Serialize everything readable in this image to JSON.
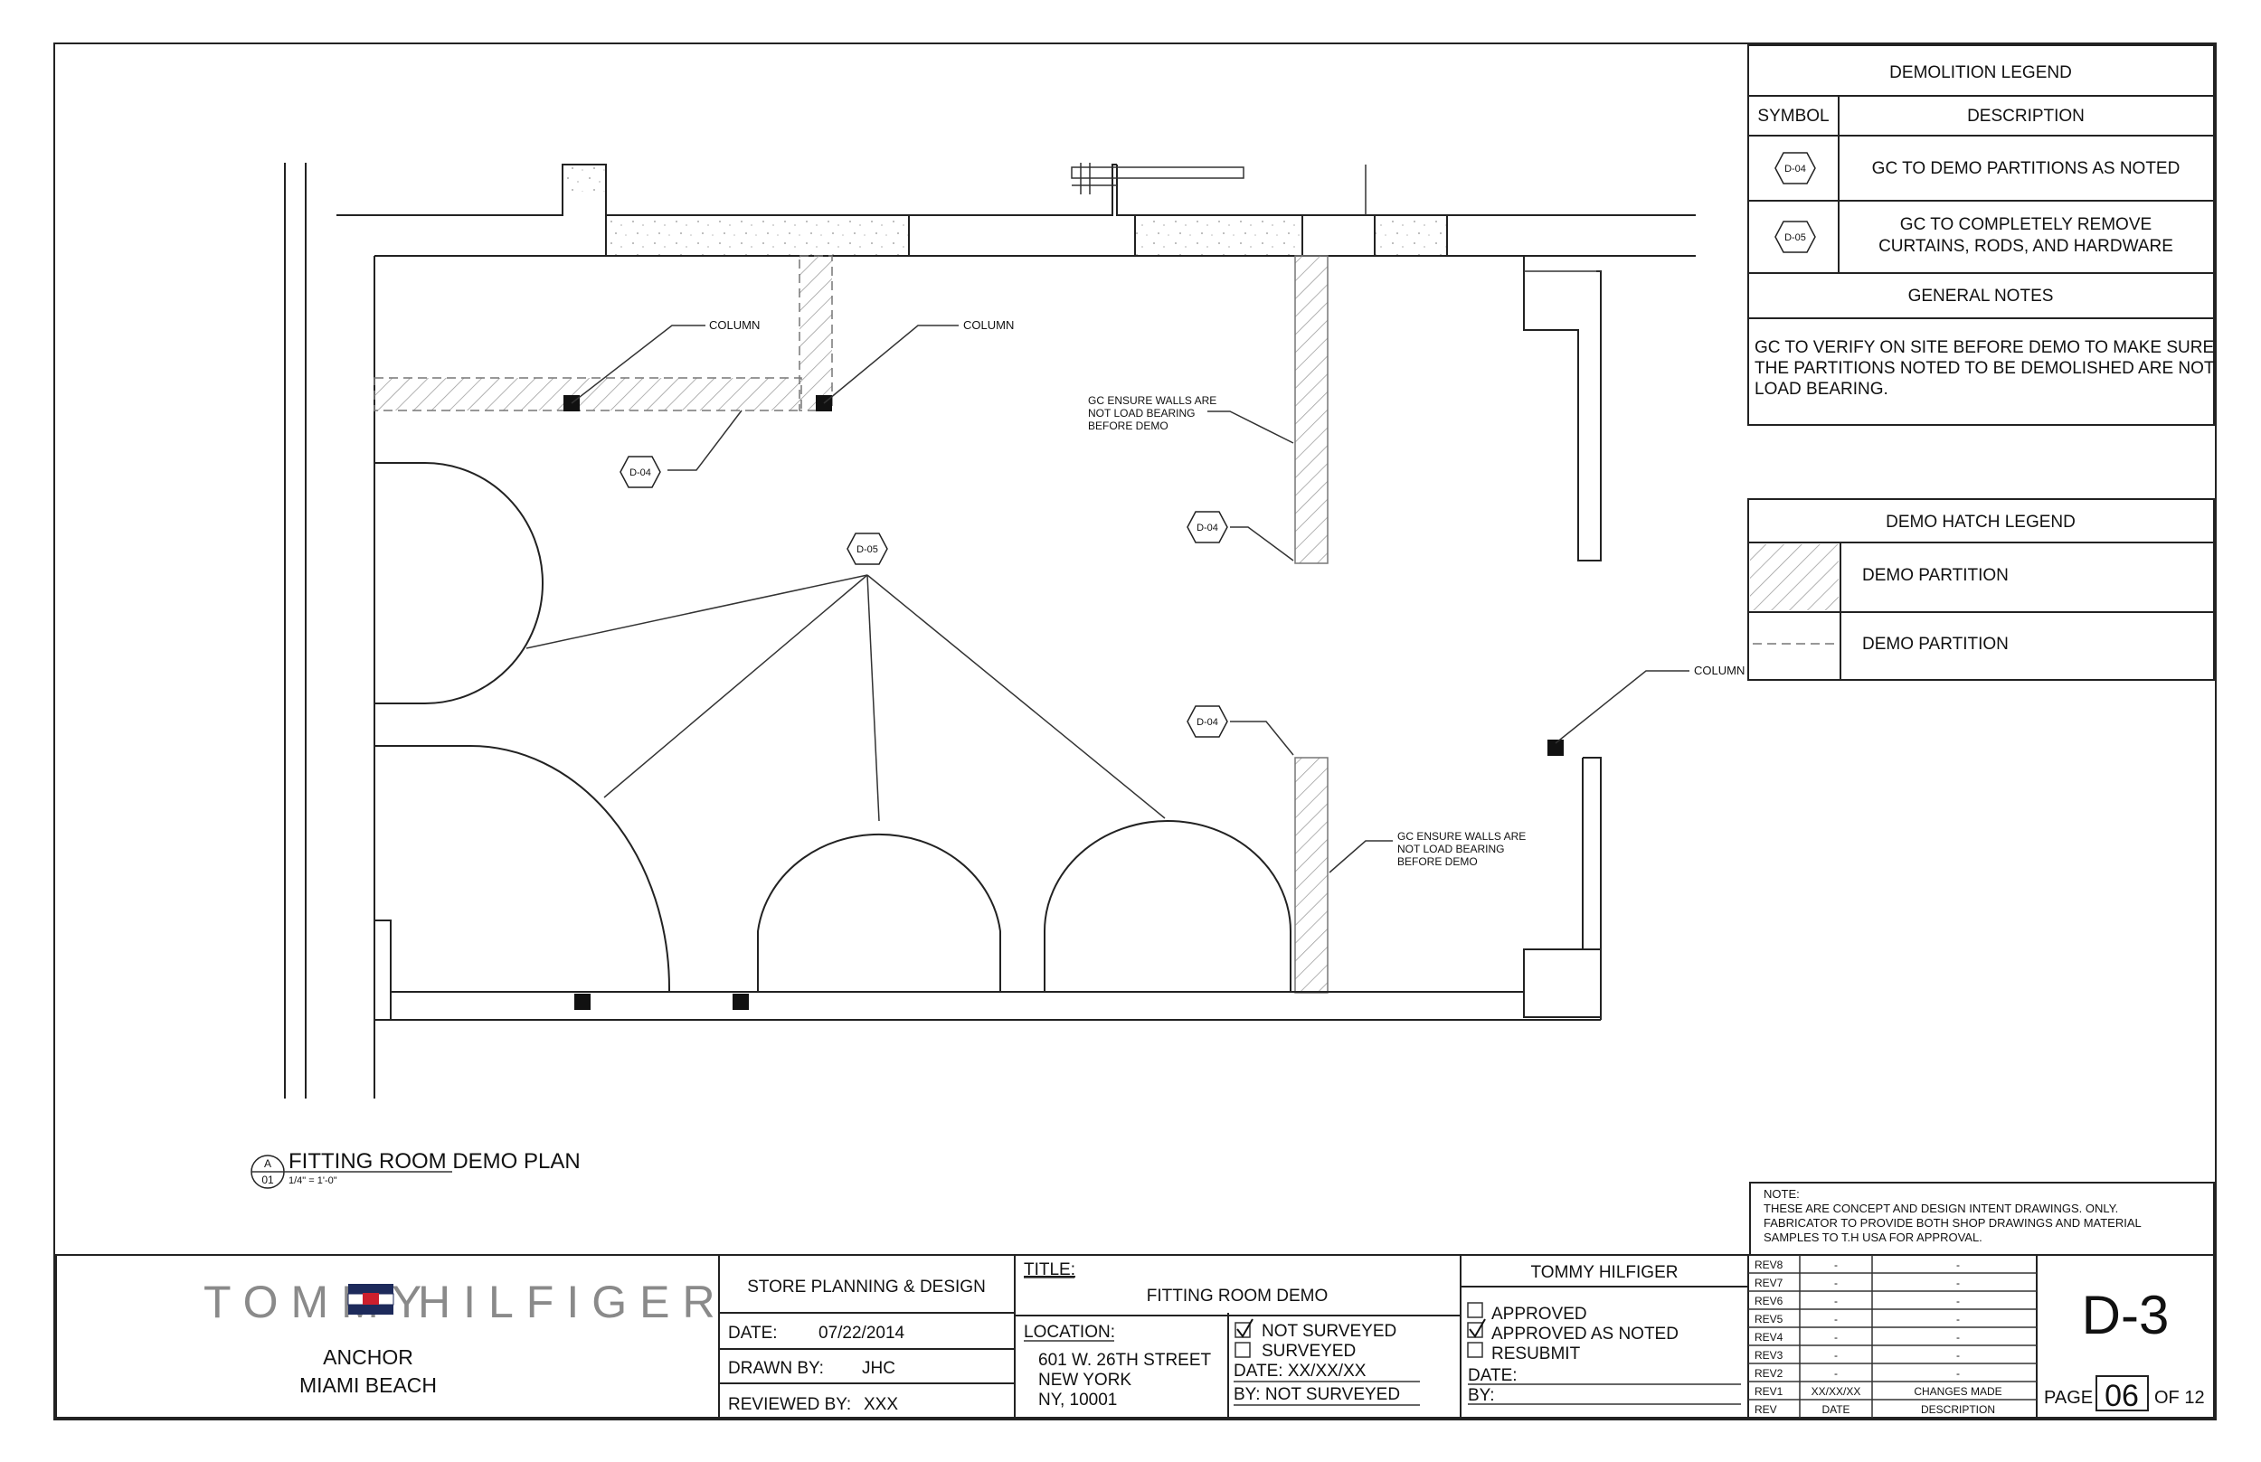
{
  "demolition_legend": {
    "title": "DEMOLITION LEGEND",
    "col_symbol": "SYMBOL",
    "col_description": "DESCRIPTION",
    "rows": [
      {
        "symbol": "D-04",
        "description_1": "GC TO DEMO PARTITIONS AS NOTED",
        "description_2": ""
      },
      {
        "symbol": "D-05",
        "description_1": "GC TO COMPLETELY REMOVE",
        "description_2": "CURTAINS, RODS, AND HARDWARE"
      }
    ]
  },
  "general_notes": {
    "title": "GENERAL NOTES",
    "lines": [
      "GC TO VERIFY ON SITE BEFORE DEMO TO MAKE SURE",
      "THE PARTITIONS NOTED TO BE DEMOLISHED ARE NOT",
      "LOAD BEARING."
    ]
  },
  "demo_hatch_legend": {
    "title": "DEMO HATCH LEGEND",
    "row1": "DEMO PARTITION",
    "row2": "DEMO PARTITION"
  },
  "plan": {
    "column_label": "COLUMN",
    "wall_note_1": "GC ENSURE WALLS ARE",
    "wall_note_2": "NOT LOAD BEARING",
    "wall_note_3": "BEFORE DEMO",
    "tag_d04": "D-04",
    "tag_d05": "D-05"
  },
  "drawing_title": {
    "ref_top": "A",
    "ref_bottom": "01",
    "title": "FITTING ROOM DEMO PLAN",
    "scale": "1/4\" = 1'-0\""
  },
  "note_block": {
    "label": "NOTE:",
    "lines": [
      "THESE ARE CONCEPT AND DESIGN  INTENT DRAWINGS. ONLY.",
      "FABRICATOR TO PROVIDE BOTH SHOP DRAWINGS AND MATERIAL",
      "SAMPLES TO T.H USA FOR APPROVAL."
    ]
  },
  "title_block": {
    "brand_left": "TOMMY",
    "brand_right": "HILFIGER",
    "store_name": "ANCHOR",
    "store_city": "MIAMI BEACH",
    "department": "STORE PLANNING & DESIGN",
    "date_label": "DATE:",
    "date_value": "07/22/2014",
    "drawn_label": "DRAWN BY:",
    "drawn_value": "JHC",
    "reviewed_label": "REVIEWED BY:",
    "reviewed_value": "XXX",
    "title_label": "TITLE:",
    "title_value": "FITTING ROOM DEMO",
    "location_label": "LOCATION:",
    "location_lines": [
      "601 W. 26TH STREET",
      "NEW YORK",
      "NY, 10001"
    ],
    "survey_not": "NOT SURVEYED",
    "survey_yes": "SURVEYED",
    "survey_date": "DATE: XX/XX/XX",
    "survey_by": "BY: NOT SURVEYED",
    "approval_title": "TOMMY HILFIGER",
    "approved": "APPROVED",
    "approved_as_noted": "APPROVED AS NOTED",
    "resubmit": "RESUBMIT",
    "approval_date": "DATE:",
    "approval_by": "BY:",
    "revisions": [
      {
        "rev": "REV8",
        "date": "-",
        "desc": "-"
      },
      {
        "rev": "REV7",
        "date": "-",
        "desc": "-"
      },
      {
        "rev": "REV6",
        "date": "-",
        "desc": "-"
      },
      {
        "rev": "REV5",
        "date": "-",
        "desc": "-"
      },
      {
        "rev": "REV4",
        "date": "-",
        "desc": "-"
      },
      {
        "rev": "REV3",
        "date": "-",
        "desc": "-"
      },
      {
        "rev": "REV2",
        "date": "-",
        "desc": "-"
      },
      {
        "rev": "REV1",
        "date": "XX/XX/XX",
        "desc": "CHANGES MADE"
      }
    ],
    "rev_header": {
      "rev": "REV",
      "date": "DATE",
      "desc": "DESCRIPTION"
    },
    "sheet_number": "D-3",
    "page_label": "PAGE",
    "page_value": "06",
    "page_of": "OF 12"
  },
  "colors": {
    "flag_red": "#cc1f2d",
    "flag_navy": "#1d2a5b",
    "brand_gray": "#8a8a8a"
  }
}
